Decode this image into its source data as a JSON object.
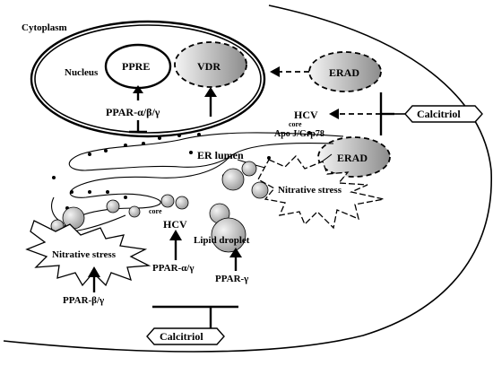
{
  "labels": {
    "cytoplasm": "Cytoplasm",
    "nucleus": "Nucleus",
    "ppre": "PPRE",
    "vdr": "VDR",
    "ppar_abg": "PPAR-α/β/γ",
    "erad_top": "ERAD",
    "erad_mid": "ERAD",
    "calcitriol_right": "Calcitriol",
    "calcitriol_bottom": "Calcitriol",
    "hcv_top": "HCV",
    "core_top": "core",
    "apoj": "Apo J/Grp78",
    "er_lumen": "ER lumen",
    "nitrative_right": "Nitrative stress",
    "nitrative_left": "Nitrative stress",
    "core_left": "core",
    "hcv_mid": "HCV",
    "lipid_droplet": "Lipid droplet",
    "ppar_ag": "PPAR-α/γ",
    "ppar_g": "PPAR-γ",
    "ppar_bg": "PPAR-β/γ"
  },
  "colors": {
    "gradient_light": "#f4f4f4",
    "gradient_dark": "#8c8c8c",
    "stroke": "#000000"
  }
}
